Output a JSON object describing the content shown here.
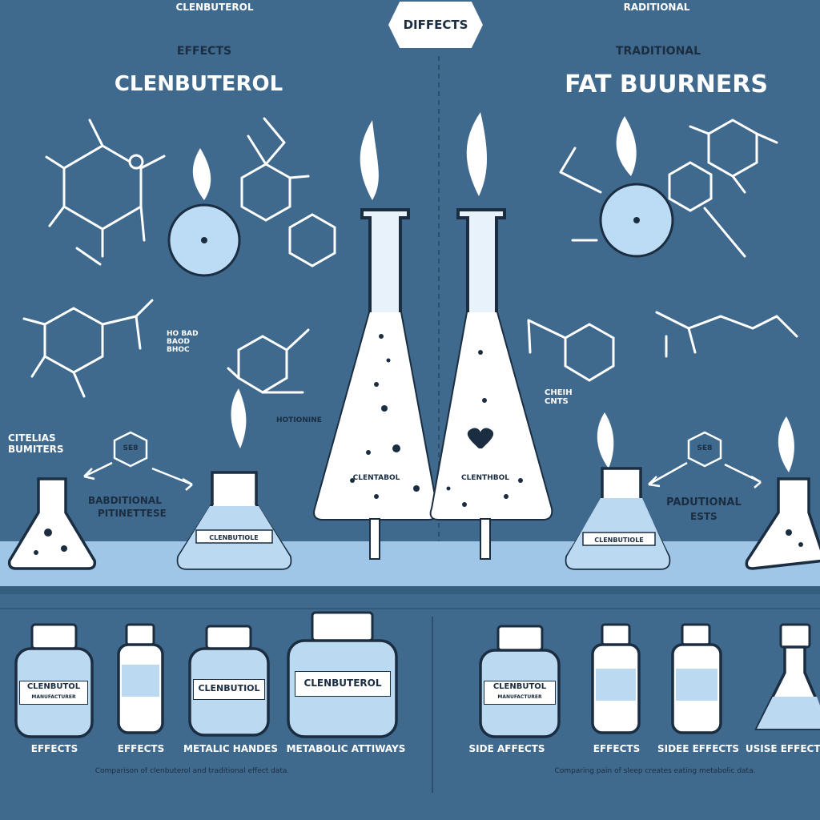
{
  "header": {
    "top_left_tab": "CLENBUTEROL",
    "top_right_tab": "RADITIONAL",
    "center_badge": "DIFFECTS"
  },
  "left_panel": {
    "kicker": "EFFECTS",
    "title": "CLENBUTEROL",
    "mid_label": "CITELIAS BUMITERS",
    "hex_label": "SE8",
    "method_line1": "BABDITIONAL",
    "method_line2": "PITINETTESE",
    "flask_label": "CLENBUTIOLE",
    "chem_note": "HOTIONINE",
    "chem_small": "HO BAD BAOD BHOC"
  },
  "right_panel": {
    "kicker": "TRADITIONAL",
    "title": "FAT BUURNERS",
    "hex_label": "SE8",
    "method_line1": "PADUTIONAL",
    "method_line2": "ESTS",
    "flask_label": "CLENBUTIOLE",
    "chem_note": "CHEIH CNTS"
  },
  "center_flasks": {
    "left_label": "CLENTABOL",
    "right_label": "CLENTHBOL"
  },
  "bottles": [
    {
      "label_line1": "CLENBUTOL",
      "label_line2": "MANUFACTURER",
      "caption": "EFFECTS"
    },
    {
      "label_line1": "",
      "label_line2": "",
      "caption": "EFFECTS"
    },
    {
      "label_line1": "CLENBUTIOL",
      "label_line2": "",
      "caption": "METALIC HANDES"
    },
    {
      "label_line1": "CLENBUTEROL",
      "label_line2": "",
      "caption": "METABOLIC ATTIWAYS"
    },
    {
      "label_line1": "CLENBUTOL",
      "label_line2": "MANUFACTURER",
      "caption": "SIDE AFFECTS"
    },
    {
      "label_line1": "",
      "label_line2": "",
      "caption": "EFFECTS"
    },
    {
      "label_line1": "",
      "label_line2": "",
      "caption": "SIDEE EFFECTS"
    },
    {
      "label_line1": "",
      "label_line2": "",
      "caption": "USISE EFFECTS"
    }
  ],
  "footnotes": {
    "left": "Comparison of clenbuterol and traditional effect data.",
    "right": "Comparing pain of sleep creates eating metabolic data."
  },
  "colors": {
    "background": "#3f6a8e",
    "band": "#9fc6e6",
    "ink": "#1b2d40",
    "liquid": "#bcd9f2",
    "white": "#ffffff"
  }
}
